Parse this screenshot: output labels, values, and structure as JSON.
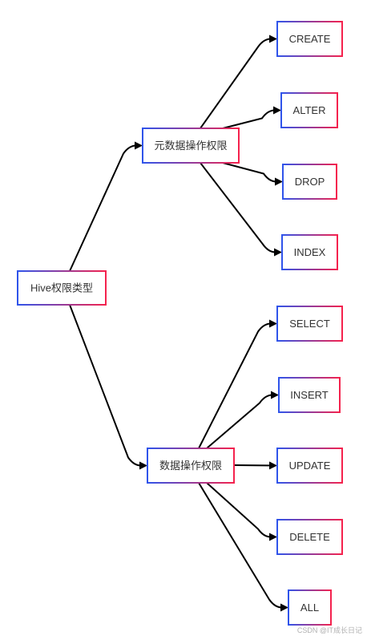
{
  "diagram": {
    "root": {
      "label": "Hive权限类型"
    },
    "branches": [
      {
        "label": "元数据操作权限",
        "children": [
          "CREATE",
          "ALTER",
          "DROP",
          "INDEX"
        ]
      },
      {
        "label": "数据操作权限",
        "children": [
          "SELECT",
          "INSERT",
          "UPDATE",
          "DELETE",
          "ALL"
        ]
      }
    ]
  },
  "colors": {
    "border_gradient_start": "#2f54eb",
    "border_gradient_end": "#f5224d",
    "edge": "#000000",
    "text": "#333333"
  },
  "watermark": "CSDN @IT成长日记"
}
